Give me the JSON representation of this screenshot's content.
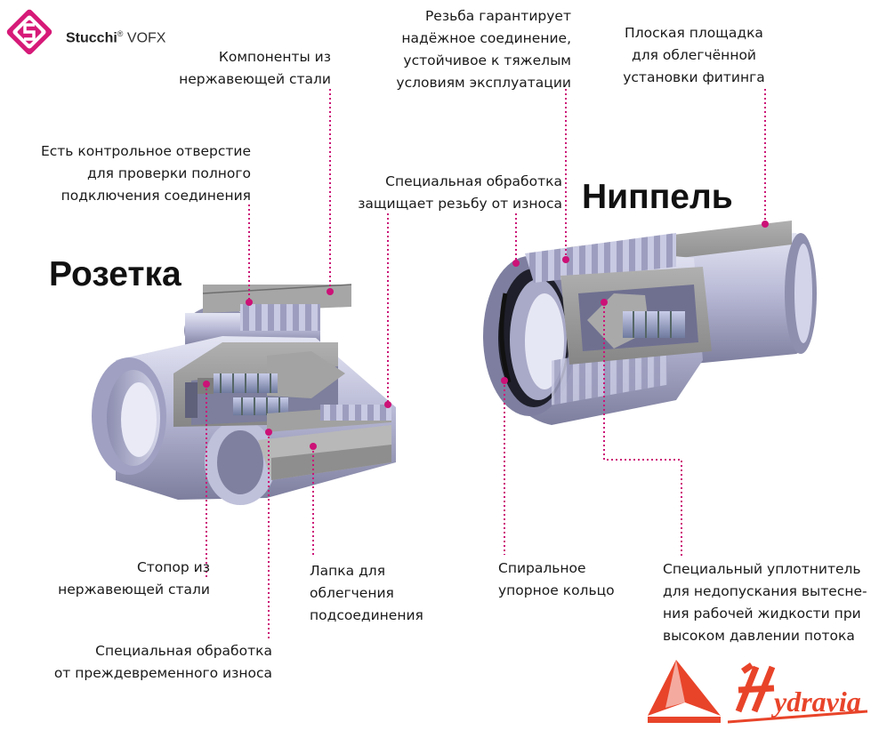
{
  "brand": {
    "stucchi_name": "Stucchi",
    "stucchi_reg": "®",
    "stucchi_sub": "VOFX",
    "hydravia_name": "Hydravia"
  },
  "titles": {
    "socket": "Розетка",
    "nipple": "Ниппель"
  },
  "callouts": {
    "stainless_components": [
      "Компоненты из",
      "нержавеющей стали"
    ],
    "control_hole": [
      "Есть контрольное отверстие",
      "для проверки полного",
      "подключения соединения"
    ],
    "thread_treatment": [
      "Специальная обработка",
      "защищает резьбу от износа"
    ],
    "thread_guarantee": [
      "Резьба гарантирует",
      "надёжное соединение,",
      "устойчивое к тяжелым",
      "условиям эксплуатации"
    ],
    "flat_platform": [
      "Плоская площадка",
      "для облегчённой",
      "установки фитинга"
    ],
    "stopper": [
      "Стопор из",
      "нержавеющей стали"
    ],
    "tab": [
      "Лапка для",
      "облегчения",
      "подсоединения"
    ],
    "premature_wear": [
      "Специальная обработка",
      "от преждевременного износа"
    ],
    "spiral_ring": [
      "Спиральное",
      "упорное кольцо"
    ],
    "seal": [
      "Специальный уплотнитель",
      "для недопускания вытесне-",
      "ния рабочей жидкости при",
      "высоком давлении потока"
    ]
  },
  "colors": {
    "leader": "#cc1177",
    "metal_light": "#c6c7e0",
    "metal_mid": "#9a9bbd",
    "metal_dark": "#5c5d78",
    "cut_face": "#9c9c9c",
    "stucchi_logo": "#d61a78",
    "hydravia_logo": "#e8442a"
  }
}
